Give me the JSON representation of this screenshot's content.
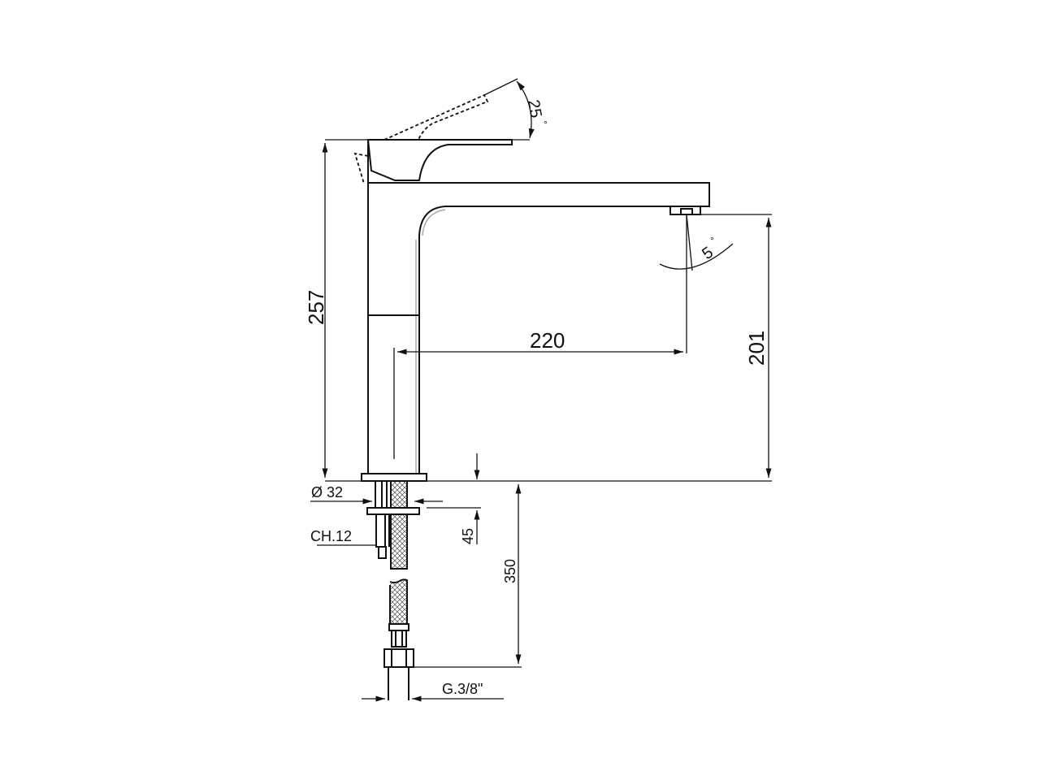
{
  "drawing": {
    "type": "technical-drawing",
    "subject": "single-lever basin mixer faucet, side elevation",
    "colors": {
      "line": "#111111",
      "background": "#ffffff",
      "hatch": "#555555"
    }
  },
  "dimensions": {
    "overall_height": "257",
    "spout_height": "201",
    "spout_reach": "220",
    "base_diameter": "Ø 32",
    "max_deck_thickness": "45",
    "hose_length": "350",
    "fixing_nut": "CH.12",
    "connection_thread": "G.3/8\""
  },
  "angles": {
    "lever_tilt": "25",
    "lever_tilt_unit": "°",
    "spout_tilt": "5",
    "spout_tilt_unit": "°"
  }
}
